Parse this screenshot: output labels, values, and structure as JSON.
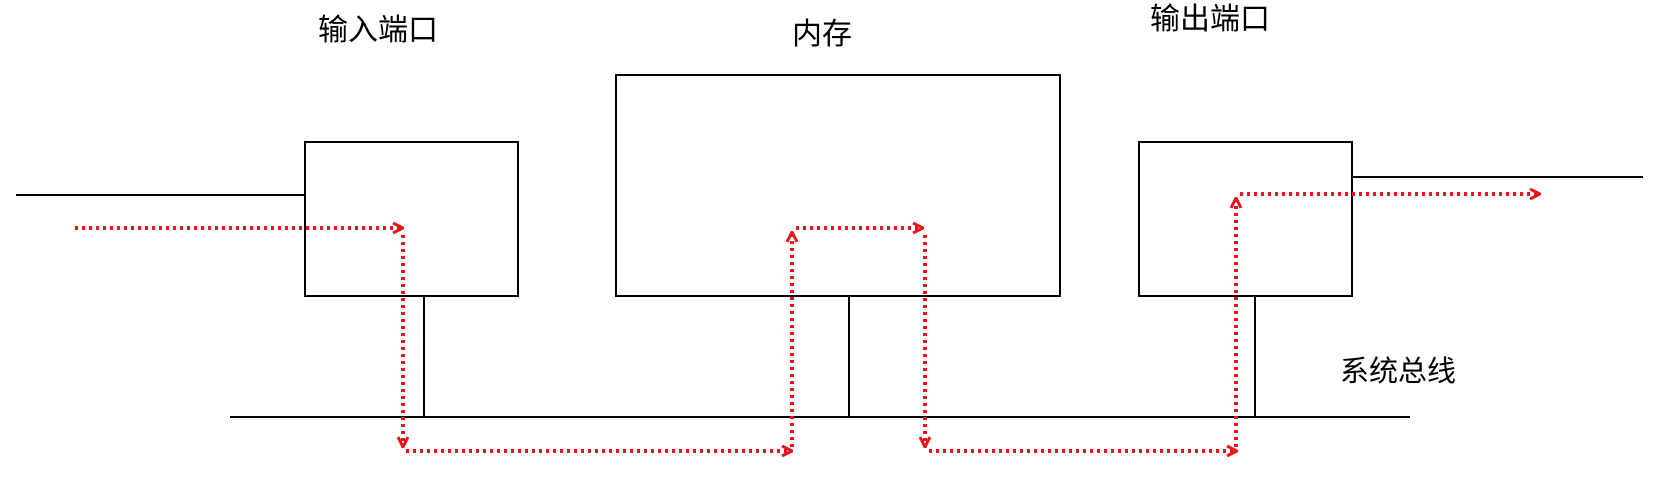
{
  "labels": {
    "input_port": "输入端口",
    "memory": "内存",
    "output_port": "输出端口",
    "system_bus": "系统总线"
  },
  "colors": {
    "line": "#000000",
    "flow": "#e8141c",
    "background": "#ffffff"
  }
}
